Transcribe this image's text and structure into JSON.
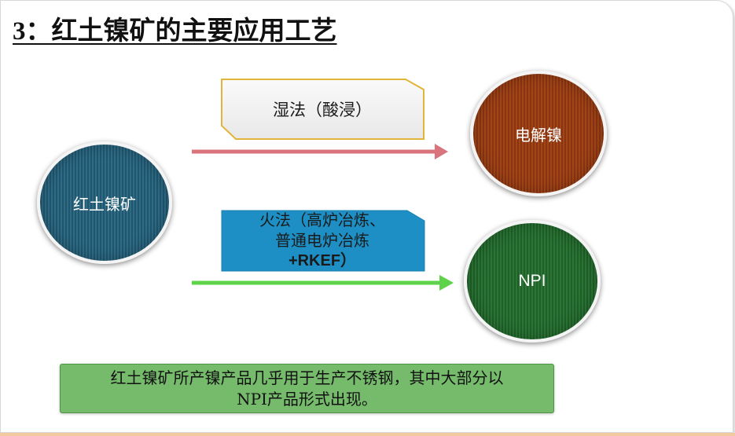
{
  "slide": {
    "title": "3：红土镍矿的主要应用工艺"
  },
  "nodes": {
    "ore": "红土镍矿",
    "electrolytic_nickel": "电解镍",
    "npi": "NPI"
  },
  "processes": {
    "wet": "湿法（酸浸）",
    "fire_line1": "火法（高炉冶炼、",
    "fire_line2": "普通电炉冶炼",
    "fire_line3": "+RKEF）"
  },
  "note": {
    "line1": "红土镍矿所产镍产品几乎用于生产不锈钢，其中大部分以",
    "line2": "NPI产品形式出现。"
  },
  "colors": {
    "wet_arrow": "#d9737c",
    "fire_arrow": "#5ed34a",
    "wet_box_fill": "#f3f3f3",
    "wet_box_border": "#e3b43a",
    "fire_box_fill": "#1d8fc4",
    "note_fill": "#75bb6b"
  }
}
